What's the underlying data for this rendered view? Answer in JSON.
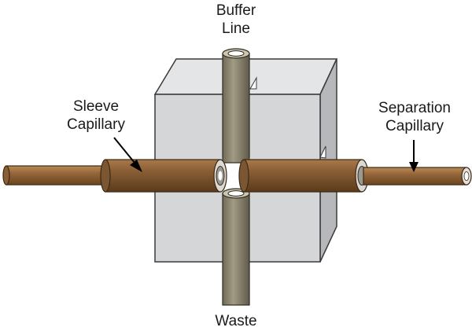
{
  "labels": {
    "buffer_line": [
      "Buffer",
      "Line"
    ],
    "sleeve_capillary": [
      "Sleeve",
      "Capillary"
    ],
    "separation_capillary": [
      "Separation",
      "Capillary"
    ],
    "waste": "Waste"
  },
  "colors": {
    "block_front": "#d4d6d8",
    "block_top": "#e4e5e6",
    "block_side": "#b6b8bb",
    "block_edge": "#3a3a3a",
    "sleeve_brown": "#7a5633",
    "capillary_brown": "#8e6437",
    "vertical_tube": "#958e78"
  }
}
